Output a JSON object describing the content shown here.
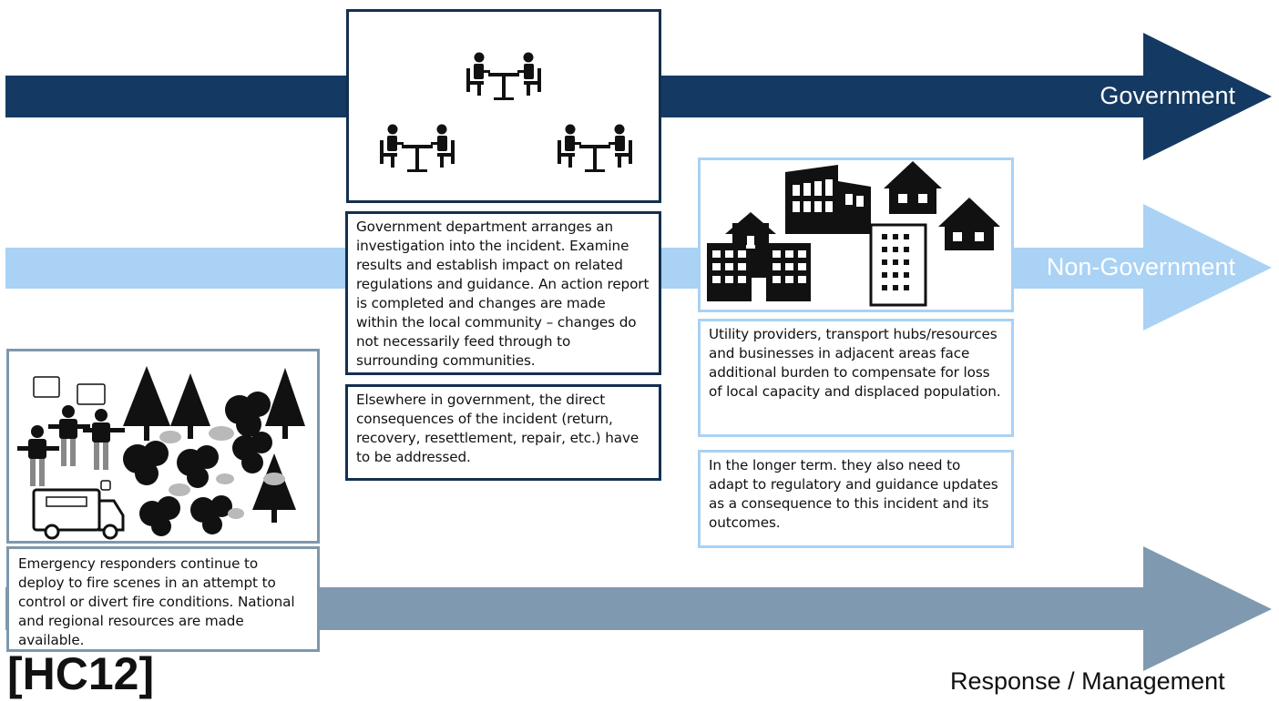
{
  "lanes": {
    "government": {
      "label": "Government",
      "color": "#143a63",
      "text_color": "#ffffff"
    },
    "non_government": {
      "label": "Non-Government",
      "color": "#a9d2f5",
      "text_color": "#ffffff"
    },
    "response": {
      "label": "Response / Management",
      "color": "#7f9ab0",
      "text_color": "#111111"
    }
  },
  "boxes": {
    "gov_investigation": "Government department arranges an investigation into the incident. Examine results and establish impact on related regulations and guidance. An action report is completed and changes are made within the local community – changes do not necessarily feed through to surrounding communities.",
    "gov_consequences": "Elsewhere in government, the direct consequences of the incident (return, recovery, resettlement, repair, etc.) have to be addressed.",
    "nongov_burden": "Utility providers, transport hubs/resources and businesses in adjacent areas face additional burden to compensate for loss of local capacity and displaced population.",
    "nongov_longterm": "In the longer term. they also need to adapt to regulatory and guidance updates as a consequence to this incident and its outcomes.",
    "response_emergency": "Emergency responders continue to deploy to fire scenes in an attempt to control or divert fire conditions. National and regional resources are made available."
  },
  "tag": "[HC12]",
  "icons": {
    "meeting": "meeting-table-icon",
    "buildings": "city-buildings-icon",
    "fire": "wildfire-scene-icon"
  }
}
